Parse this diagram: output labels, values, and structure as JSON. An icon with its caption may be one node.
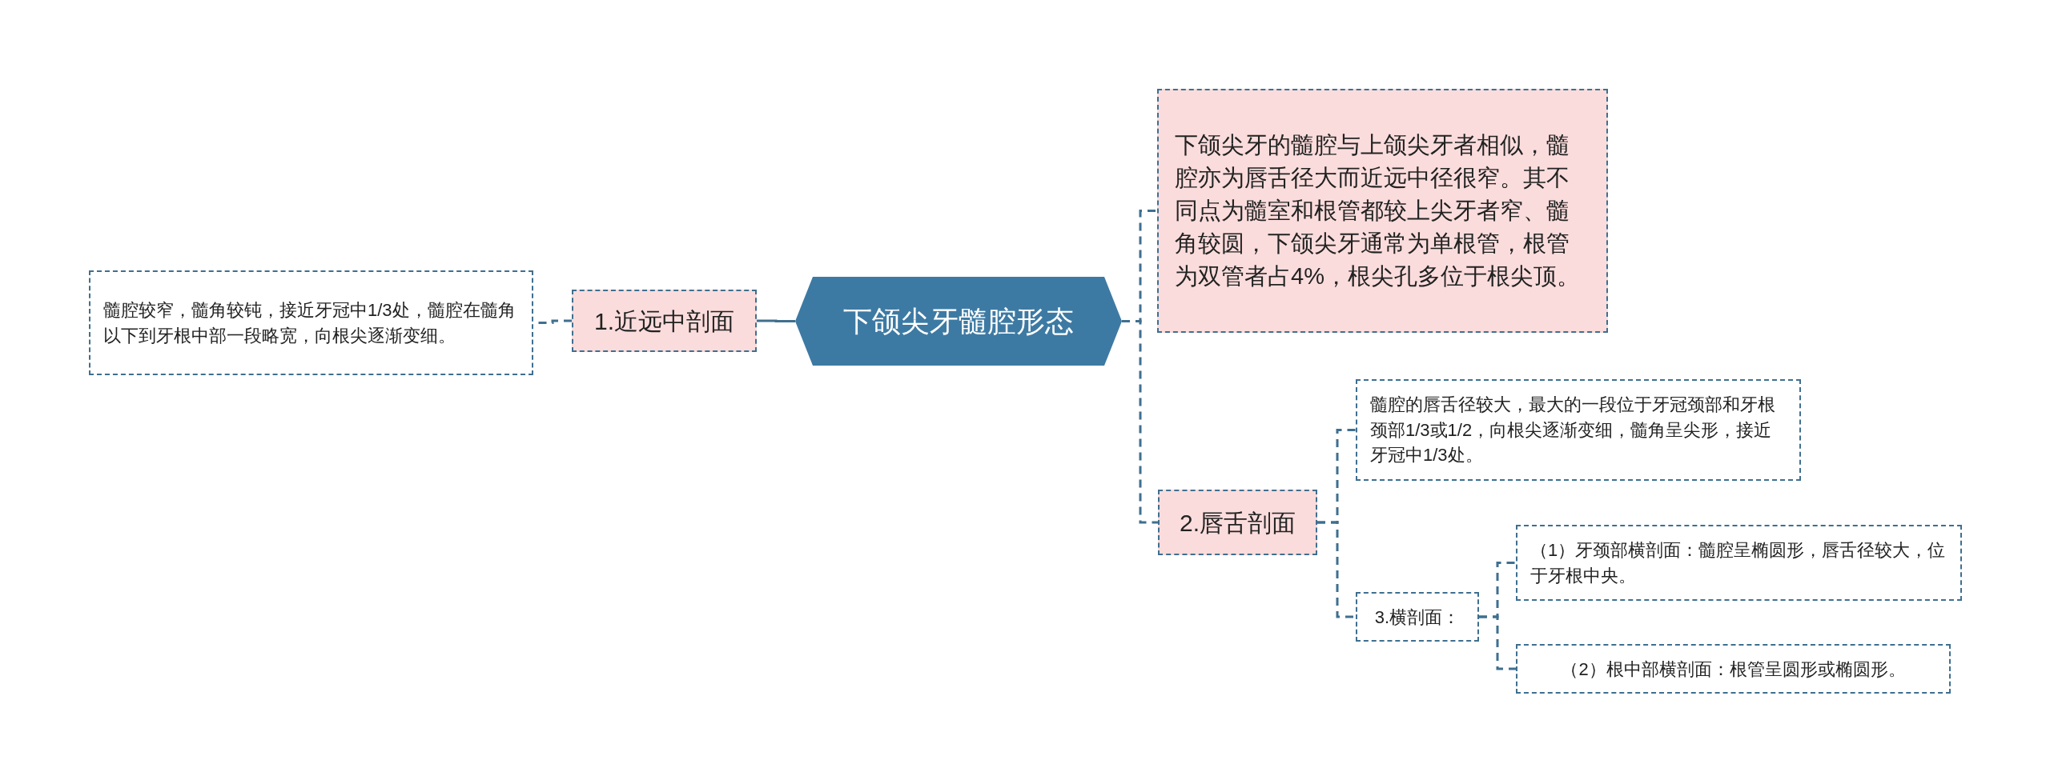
{
  "diagram": {
    "nodes": [
      {
        "text": [
          "下颌尖牙髓腔形态"
        ]
      },
      {
        "text": [
          "1.近远中剖面"
        ]
      },
      {
        "text": [
          "髓腔较窄，髓角较钝，接近牙冠中1/3处，髓腔在髓角以下到牙根中部一段略宽，向根尖逐渐变细。"
        ]
      },
      {
        "text": [
          "下颌尖牙的髓腔与上颌尖牙者相似，髓腔亦为唇舌径大而近远中径很窄。其不同点为髓室和根管都较上尖牙者窄、髓角较圆，下颌尖牙通常为单根管，根管为双管者占4%，根尖孔多位于根尖顶。"
        ]
      },
      {
        "text": [
          "2.唇舌剖面"
        ]
      },
      {
        "text": [
          "髓腔的唇舌径较大，最大的一段位于牙冠颈部和牙根颈部1/3或1/2，向根尖逐渐变细，髓角呈尖形，接近牙冠中1/3处。"
        ]
      },
      {
        "text": [
          "3.横剖面："
        ]
      },
      {
        "text": [
          "（1）牙颈部横剖面：髓腔呈椭圆形，唇舌径较大，位于牙根中央。"
        ]
      },
      {
        "text": [
          "（2）根中部横剖面：根管呈圆形或椭圆形。"
        ]
      }
    ],
    "edges": [
      {
        "from": 0,
        "to": 1,
        "arrow": "none"
      },
      {
        "from": 1,
        "to": 2,
        "arrow": "none",
        "style": "dashed"
      },
      {
        "from": 0,
        "to": 3,
        "arrow": "none",
        "style": "dashed"
      },
      {
        "from": 0,
        "to": 4,
        "arrow": "none",
        "style": "dashed"
      },
      {
        "from": 4,
        "to": 5,
        "arrow": "none",
        "style": "dashed"
      },
      {
        "from": 4,
        "to": 6,
        "arrow": "none",
        "style": "dashed"
      },
      {
        "from": 6,
        "to": 7,
        "arrow": "none",
        "style": "dashed"
      },
      {
        "from": 6,
        "to": 8,
        "arrow": "none",
        "style": "dashed"
      }
    ]
  }
}
